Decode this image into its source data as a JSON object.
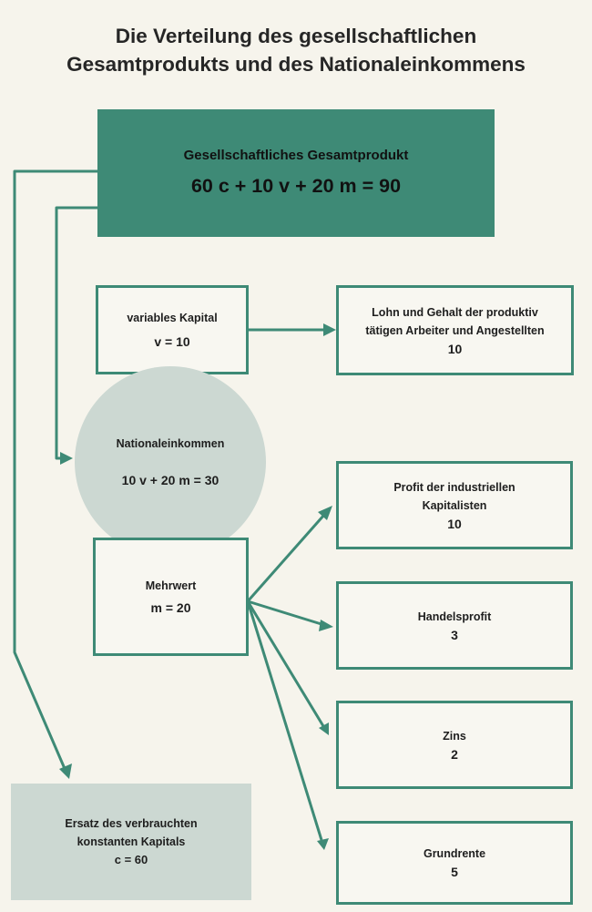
{
  "title": {
    "line1": "Die Verteilung des gesellschaftlichen",
    "line2": "Gesamtprodukts und des Nationaleinkommens"
  },
  "gesamtprodukt": {
    "label": "Gesellschaftliches Gesamtprodukt",
    "formula": "60 c + 10 v + 20 m = 90"
  },
  "variables_kapital": {
    "label": "variables Kapital",
    "value": "v = 10"
  },
  "lohn": {
    "line1": "Lohn und Gehalt der produktiv",
    "line2": "tätigen Arbeiter und Angestellten",
    "value": "10"
  },
  "nationaleinkommen": {
    "label": "Nationaleinkommen",
    "formula": "10 v + 20 m = 30"
  },
  "mehrwert": {
    "label": "Mehrwert",
    "value": "m = 20"
  },
  "profit": {
    "line1": "Profit der industriellen",
    "line2": "Kapitalisten",
    "value": "10"
  },
  "handelsprofit": {
    "label": "Handelsprofit",
    "value": "3"
  },
  "zins": {
    "label": "Zins",
    "value": "2"
  },
  "grundrente": {
    "label": "Grundrente",
    "value": "5"
  },
  "ersatz": {
    "line1": "Ersatz des verbrauchten",
    "line2": "konstanten Kapitals",
    "value": "c = 60"
  },
  "colors": {
    "accent": "#3e8a76",
    "circle_fill": "#ccd8d2",
    "background": "#f6f4ec"
  }
}
